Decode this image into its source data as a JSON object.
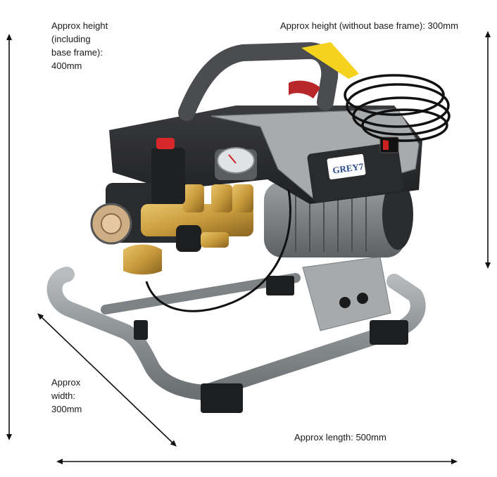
{
  "labels": {
    "height_including_frame": [
      "Approx height",
      "(including",
      "base frame):",
      "400mm"
    ],
    "height_without_frame": "Approx height (without base frame): 300mm",
    "width": [
      "Approx",
      "width:",
      "300mm"
    ],
    "length": "Approx length: 500mm"
  },
  "product": {
    "brand_logo": "GREY7"
  },
  "colors": {
    "frame": "#8f9497",
    "body": "#2a2b2d",
    "cover": "#a8abae",
    "brass": "#c89b3c",
    "handle_clip": "#f4d21e",
    "cap": "#d8282b",
    "arrow": "#111111"
  }
}
